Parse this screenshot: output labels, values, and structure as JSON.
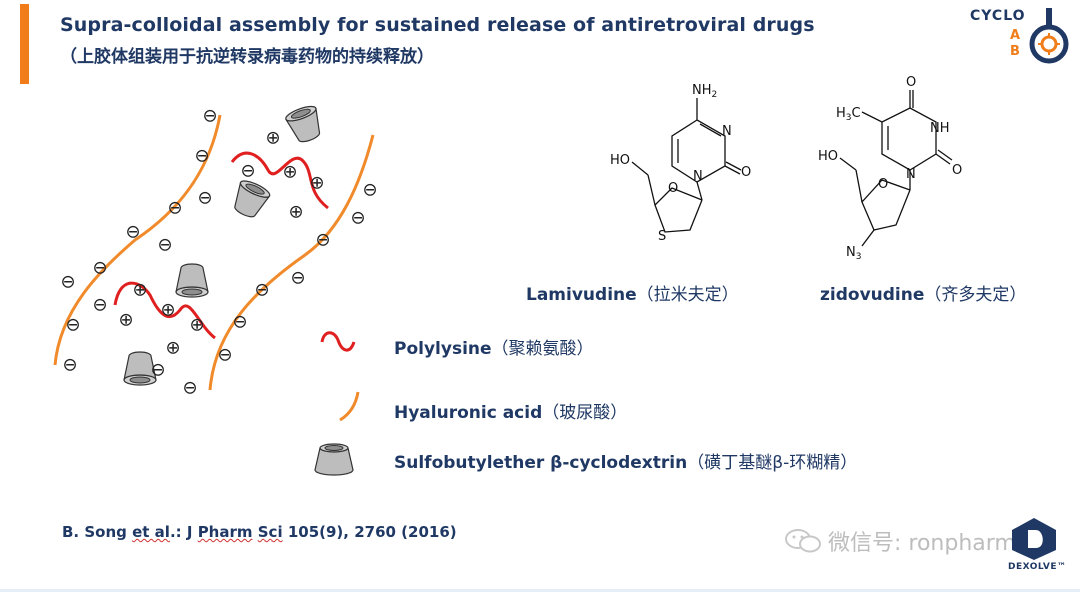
{
  "title": "Supra-colloidal assembly for sustained release of antiretroviral drugs",
  "subtitle": "（上胶体组装用于抗逆转录病毒药物的持续释放）",
  "logo": {
    "word": "CYCLO",
    "a": "A",
    "b": "B"
  },
  "drugs": [
    {
      "name": "Lamivudine",
      "cn": "（拉米夫定）",
      "atoms": {
        "nh2": "NH",
        "nh2_sub": "2",
        "n3": "N",
        "o2": "O",
        "n1": "N",
        "ho": "HO",
        "o4": "O",
        "s": "S"
      }
    },
    {
      "name": "zidovudine",
      "cn": "（齐多夫定）",
      "atoms": {
        "ch3": "H",
        "ch3_sub": "3",
        "ch3_c": "C",
        "o4": "O",
        "nh": "NH",
        "o2": "O",
        "n1": "N",
        "ho": "HO",
        "o_ring": "O",
        "n3": "N",
        "n3_sub": "3"
      }
    }
  ],
  "legend": [
    {
      "label": "Polylysine",
      "cn": "（聚赖氨酸）",
      "icon": "red-curve-icon",
      "color": "#e02020"
    },
    {
      "label": "Hyaluronic acid",
      "cn": "（玻尿酸）",
      "icon": "orange-curve-icon",
      "color": "#f08a2a"
    },
    {
      "label": "Sulfobutylether β-cyclodextrin",
      "cn": "（磺丁基醚β-环糊精）",
      "icon": "cyclodextrin-cone-icon",
      "color": "#9a9a9a"
    }
  ],
  "diagram": {
    "minus": "⊖",
    "plus": "⊕"
  },
  "reference": {
    "prefix": "B. Song ",
    "et_al": "et al",
    "mid": ".: J ",
    "journal1": "Pharm",
    "sp": " ",
    "journal2": "Sci",
    "rest": " 105(9), 2760 (2016)"
  },
  "watermark": "微信号: ronpharm",
  "footer_logo": "DEXOLVE™",
  "colors": {
    "navy": "#1f3864",
    "orange": "#f07d1a",
    "red": "#e02020"
  }
}
